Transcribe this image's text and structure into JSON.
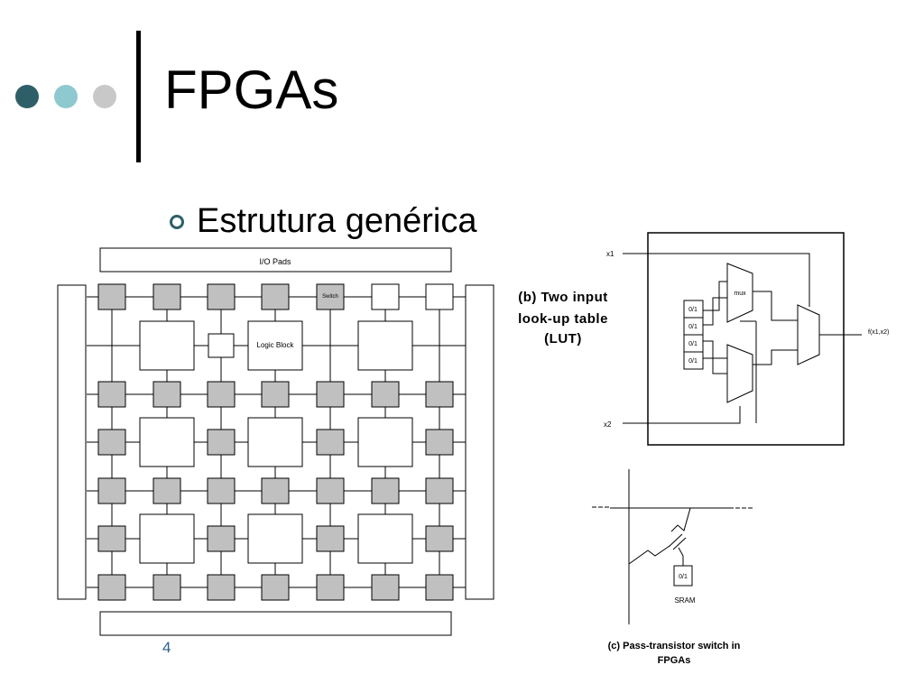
{
  "slide": {
    "title": "FPGAs",
    "bullet": "Estrutura genérica",
    "page_number": "4",
    "dot_colors": [
      "#2e5f68",
      "#8ec9cf",
      "#c8c8c8"
    ]
  },
  "fpga_grid": {
    "io_pads_label": "I/O Pads",
    "switch_label": "Switch",
    "logic_block_label": "Logic Block"
  },
  "lut": {
    "caption_lines": [
      "(b) Two input",
      "look-up table",
      "(LUT)"
    ],
    "input_x1": "x1",
    "input_x2": "x2",
    "mux_label": "mux",
    "sram_cells": [
      "0/1",
      "0/1",
      "0/1",
      "0/1"
    ],
    "output_label": "f(x1,x2)"
  },
  "pass_transistor": {
    "cell_label": "0/1",
    "sram_label": "SRAM",
    "caption_lines": [
      "(c) Pass-transistor switch in",
      "FPGAs"
    ]
  }
}
